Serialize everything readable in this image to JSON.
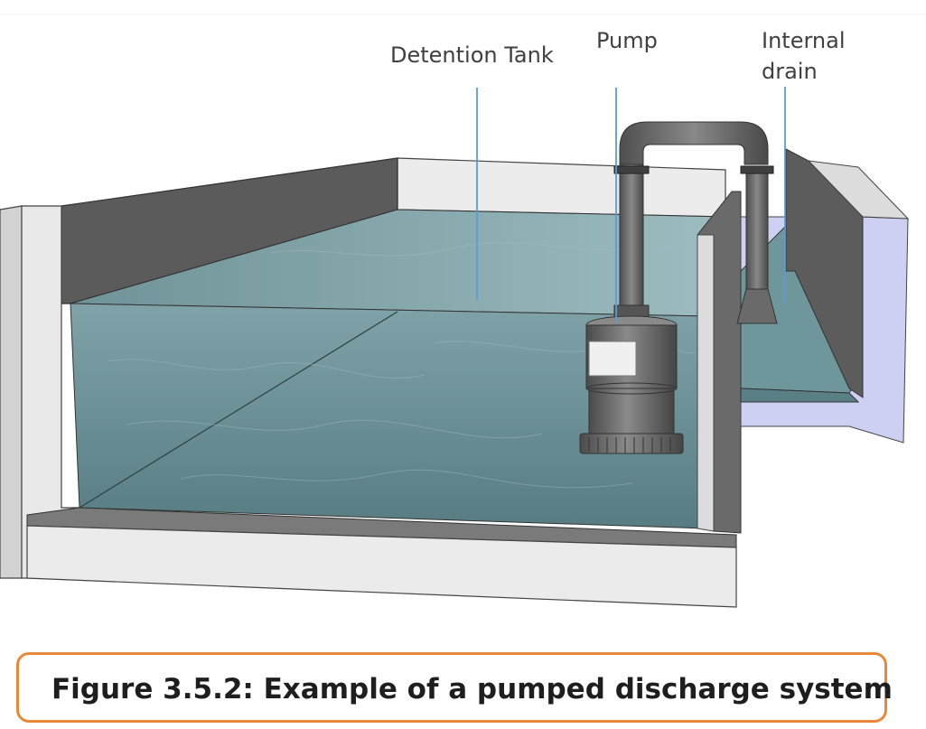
{
  "labels": {
    "detention_tank": "Detention Tank",
    "pump": "Pump",
    "internal_drain_line1": "Internal",
    "internal_drain_line2": "drain"
  },
  "caption": "Figure 3.5.2: Example of a pumped discharge system",
  "colors": {
    "leader_line": "#5b9bd5",
    "water": "#5f858b",
    "wall_dark": "#5a5a5a",
    "wall_light": "#e6e6e6",
    "drain_wall": "#c8c8f0",
    "pipe": "#6d6d6d",
    "caption_border": "#e8893a"
  }
}
